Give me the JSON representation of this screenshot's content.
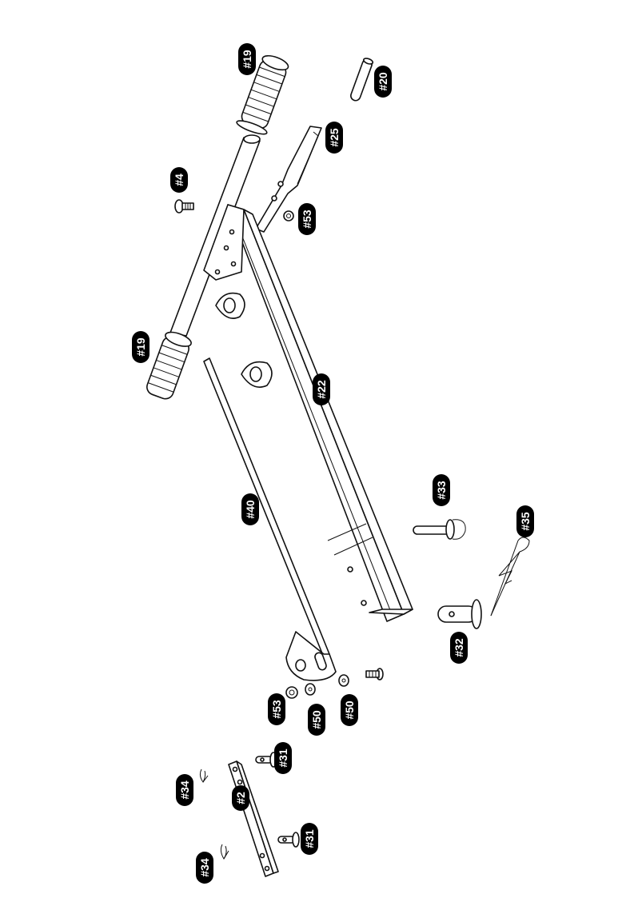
{
  "labels": {
    "p19_top": "#19",
    "p20": "#20",
    "p25": "#25",
    "p4": "#4",
    "p53_top": "#53",
    "p19_left": "#19",
    "p22": "#22",
    "p40": "#40",
    "p33": "#33",
    "p35": "#35",
    "p32": "#32",
    "p53_bottom": "#53",
    "p50_left": "#50",
    "p50_right": "#50",
    "p31_top": "#31",
    "p34_top": "#34",
    "p2": "#2",
    "p31_bottom": "#31",
    "p34_bottom": "#34"
  },
  "colors": {
    "line": "#111111",
    "label_bg": "#000000",
    "label_text": "#ffffff",
    "background": "#ffffff"
  }
}
